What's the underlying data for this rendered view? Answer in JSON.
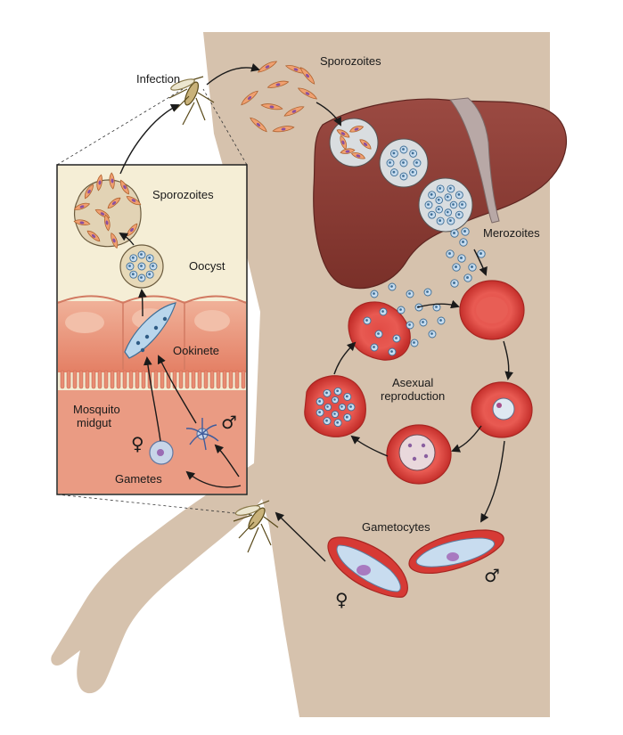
{
  "labels": {
    "infection": "Infection",
    "sporozoites_top": "Sporozoites",
    "merozoites": "Merozoites",
    "sporozoites_inset": "Sporozoites",
    "oocyst": "Oocyst",
    "ookinete": "Ookinete",
    "mosquito_midgut_1": "Mosquito",
    "mosquito_midgut_2": "midgut",
    "gametes": "Gametes",
    "asexual_1": "Asexual",
    "asexual_2": "reproduction",
    "gametocytes": "Gametocytes",
    "female_symbol": "♀",
    "male_symbol": "♂"
  },
  "colors": {
    "skin": "#d6c2ad",
    "liver": "#8a3b35",
    "rbc": "#d63a35",
    "inset_bg": "#f3ecd3",
    "midgut": "#e9957a",
    "parasite_blue": "#b9d6ec",
    "sporozoite_orange": "#f0a070"
  }
}
